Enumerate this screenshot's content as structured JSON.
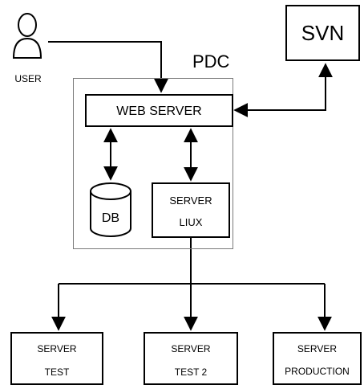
{
  "diagram": {
    "nodes": {
      "user": {
        "label": "USER",
        "icon": "user-icon"
      },
      "svn": {
        "label": "SVN"
      },
      "pdc": {
        "label": "PDC"
      },
      "web_server": {
        "label": "WEB SERVER"
      },
      "db": {
        "label": "DB",
        "icon": "database-cylinder-icon"
      },
      "server_linux": {
        "line1": "SERVER",
        "line2": "LIUX"
      },
      "server_test": {
        "line1": "SERVER",
        "line2": "TEST"
      },
      "server_test2": {
        "line1": "SERVER",
        "line2": "TEST 2"
      },
      "server_production": {
        "line1": "SERVER",
        "line2": "PRODUCTION"
      }
    },
    "edges": [
      {
        "from": "user",
        "to": "web_server",
        "direction": "one-way"
      },
      {
        "from": "web_server",
        "to": "svn",
        "direction": "two-way"
      },
      {
        "from": "web_server",
        "to": "db",
        "direction": "two-way"
      },
      {
        "from": "web_server",
        "to": "server_linux",
        "direction": "two-way"
      },
      {
        "from": "server_linux",
        "to": "server_test",
        "direction": "one-way"
      },
      {
        "from": "server_linux",
        "to": "server_test2",
        "direction": "one-way"
      },
      {
        "from": "server_linux",
        "to": "server_production",
        "direction": "one-way"
      }
    ],
    "colors": {
      "stroke": "#000000",
      "frame": "#7a7a7a",
      "background": "#ffffff"
    }
  }
}
